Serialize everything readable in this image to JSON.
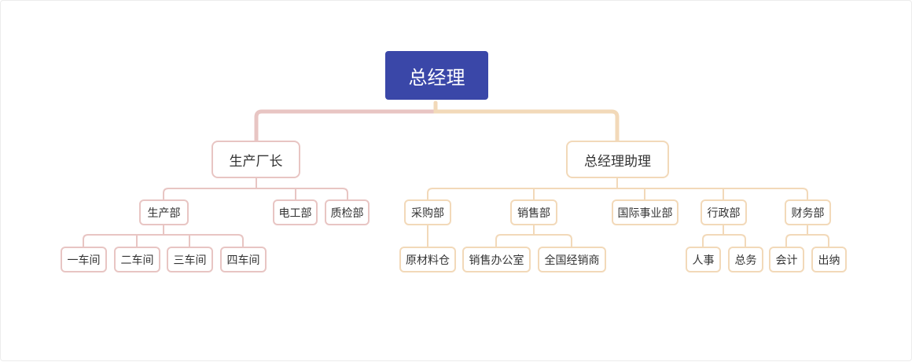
{
  "colors": {
    "root": "#3a47a8",
    "pink": "#e8c5c3",
    "peach": "#f2d9b9"
  },
  "org": {
    "root": "总经理",
    "production_director": {
      "label": "生产厂长",
      "production_dept": {
        "label": "生产部",
        "workshops": [
          "一车间",
          "二车间",
          "三车间",
          "四车间"
        ]
      },
      "electrical_dept": "电工部",
      "qc_dept": "质检部"
    },
    "gm_assistant": {
      "label": "总经理助理",
      "purchasing_dept": {
        "label": "采购部",
        "children": [
          "原材料仓"
        ]
      },
      "sales_dept": {
        "label": "销售部",
        "children": [
          "销售办公室",
          "全国经销商"
        ]
      },
      "international_dept": "国际事业部",
      "admin_dept": {
        "label": "行政部",
        "children": [
          "人事",
          "总务"
        ]
      },
      "finance_dept": {
        "label": "财务部",
        "children": [
          "会计",
          "出纳"
        ]
      }
    }
  }
}
